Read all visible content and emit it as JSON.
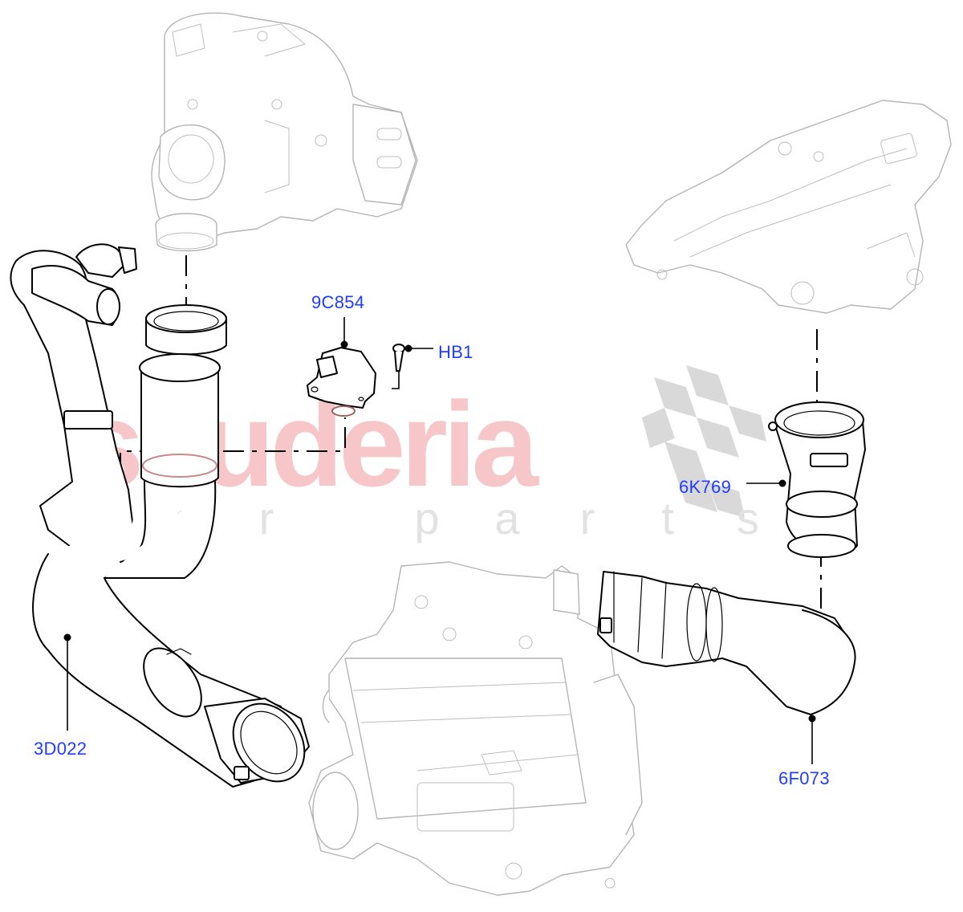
{
  "diagram": {
    "type": "exploded-parts-diagram",
    "parts": [
      {
        "id": "9C854",
        "label": "9C854",
        "description": "sensor / valve",
        "color": "#1f3dff"
      },
      {
        "id": "HB1",
        "label": "HB1",
        "description": "bolt",
        "color": "#1f3dff"
      },
      {
        "id": "6K769",
        "label": "6K769",
        "description": "intake connector hose",
        "color": "#1f3dff"
      },
      {
        "id": "3D022",
        "label": "3D022",
        "description": "intercooler air hose (left)",
        "color": "#1f3dff"
      },
      {
        "id": "6F073",
        "label": "6F073",
        "description": "intercooler outlet hose (right)",
        "color": "#1f3dff"
      }
    ],
    "context_components": [
      "turbocharger",
      "intake manifold",
      "intercooler"
    ]
  },
  "watermark": {
    "primary": "scuderia",
    "secondary": [
      "c",
      "a",
      "r",
      "",
      "p",
      "a",
      "r",
      "t",
      "s"
    ],
    "primary_color": "#f6c6c8",
    "secondary_color": "#e2e2e2",
    "flag_color": "#d9d9d9"
  }
}
